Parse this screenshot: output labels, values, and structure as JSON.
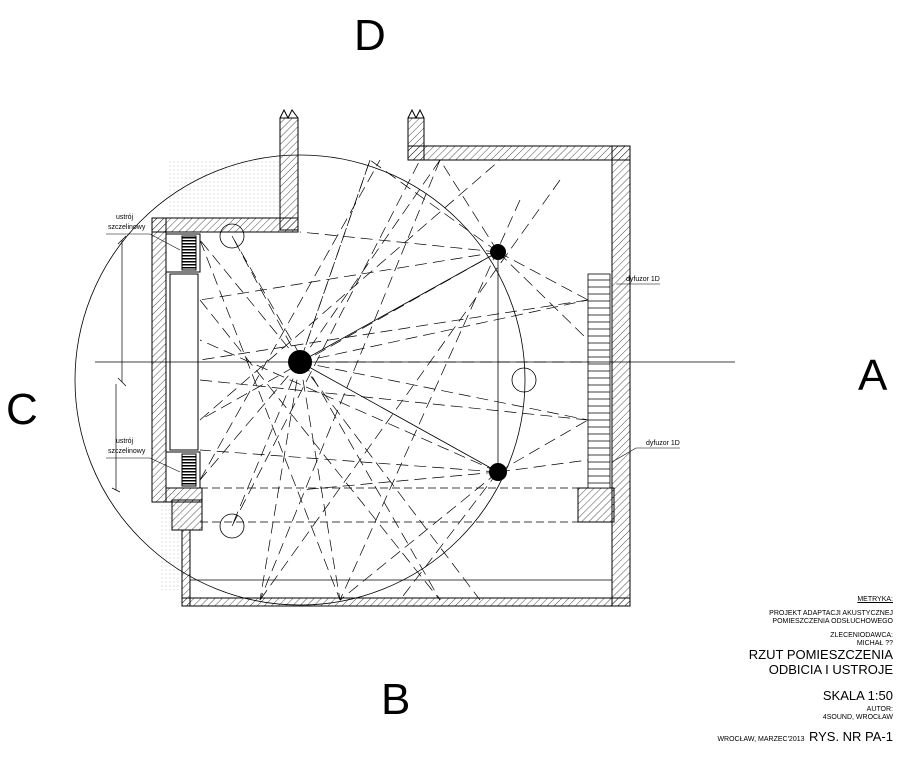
{
  "sides": {
    "top": "D",
    "right": "A",
    "bottom": "B",
    "left": "C"
  },
  "labels": {
    "slot_top_1": "ustrój",
    "slot_top_2": "szczelinowy",
    "slot_bottom_1": "ustrój",
    "slot_bottom_2": "szczelinowy",
    "diffuser_top": "dyfuzor 1D",
    "diffuser_bottom": "dyfuzor 1D"
  },
  "title_block": {
    "metryka": "METRYKA:",
    "project_line1": "PROJEKT ADAPTACJI AKUSTYCZNEJ",
    "project_line2": "POMIESZCZENIA ODSŁUCHOWEGO",
    "client_label": "ZLECENIODAWCA:",
    "client_name": "MICHAŁ ??",
    "title_line1": "RZUT POMIESZCZENIA",
    "title_line2": "ODBICIA I USTROJE",
    "scale": "SKALA 1:50",
    "author_label": "AUTOR:",
    "author_name": "4SOUND, WROCŁAW",
    "place_date": "WROCŁAW, MARZEC'2013",
    "drawing_no": "RYS. NR PA-1"
  }
}
